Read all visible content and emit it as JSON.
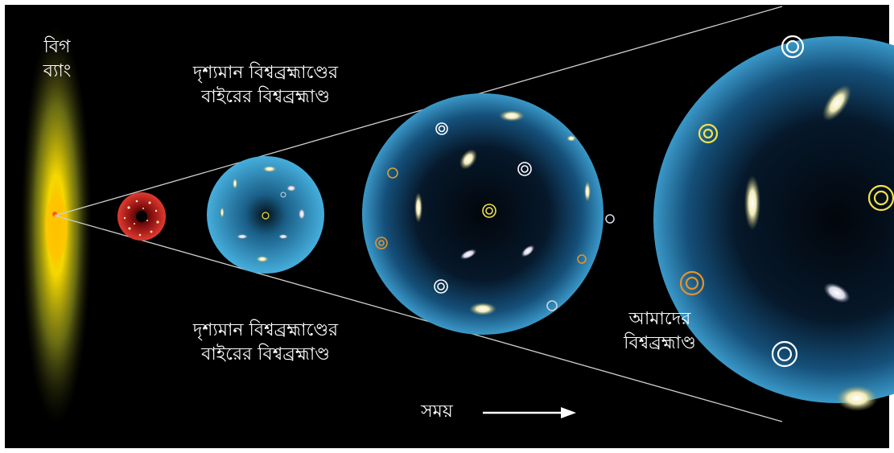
{
  "labels": {
    "big_bang": [
      "বিগ",
      "ব্যাং"
    ],
    "outside_top": [
      "দৃশ্যমান বিশ্বব্রহ্মাণ্ডের",
      "বাইরের বিশ্বব্রহ্মাণ্ড"
    ],
    "outside_bottom": [
      "দৃশ্যমান বিশ্বব্রহ্মাণ্ডের",
      "বাইরের বিশ্বব্রহ্মাণ্ড"
    ],
    "our_universe": [
      "আমাদের",
      "বিশ্বব্রহ্মাণ্ড"
    ],
    "time": "সময়"
  },
  "colors": {
    "background": "#000000",
    "frame": "#ffffff",
    "bubble": "#2f8fc0",
    "early_universe": "#c0262a",
    "big_bang_glow": "#f2e300",
    "cone_line": "#cfcfcf",
    "galaxy_yellow": "#f3e24a",
    "galaxy_orange": "#e8912a",
    "galaxy_white": "#f4f4f4"
  }
}
